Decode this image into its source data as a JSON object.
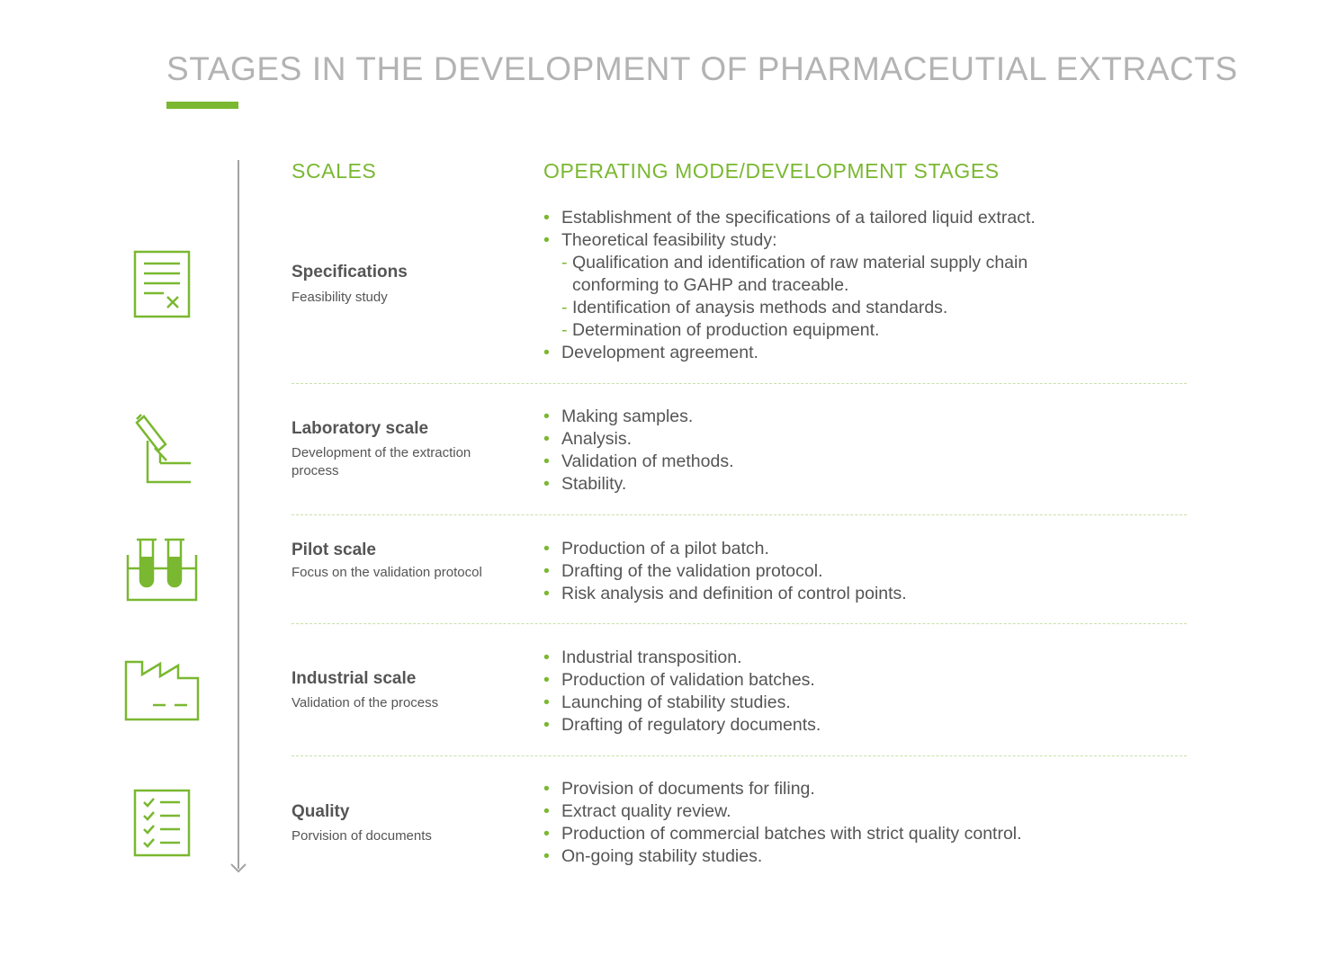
{
  "title": "STAGES IN THE DEVELOPMENT OF PHARMACEUTIAL EXTRACTS",
  "colors": {
    "accent": "#7ab831",
    "text": "#555555",
    "title": "#b3b3b3",
    "timeline": "#a3a3a3"
  },
  "columns": {
    "scales": "SCALES",
    "operating": "OPERATING MODE/DEVELOPMENT STAGES"
  },
  "stages": [
    {
      "icon": "document-cross-icon",
      "title": "Specifications",
      "subtitle": "Feasibility study",
      "items": [
        {
          "kind": "bullet",
          "text": "Establishment of the specifications of a tailored liquid extract."
        },
        {
          "kind": "bullet",
          "text": "Theoretical feasibility study:"
        },
        {
          "kind": "sub",
          "text": "Qualification and identification of raw material supply chain"
        },
        {
          "kind": "cont",
          "text": "conforming to GAHP and traceable."
        },
        {
          "kind": "sub",
          "text": "Identification of anaysis methods and standards."
        },
        {
          "kind": "sub",
          "text": "Determination of production equipment."
        },
        {
          "kind": "bullet",
          "text": "Development agreement."
        }
      ]
    },
    {
      "icon": "microscope-icon",
      "title": "Laboratory scale",
      "subtitle": "Development of the extraction process",
      "items": [
        {
          "kind": "bullet",
          "text": "Making samples."
        },
        {
          "kind": "bullet",
          "text": "Analysis."
        },
        {
          "kind": "bullet",
          "text": "Validation of methods."
        },
        {
          "kind": "bullet",
          "text": "Stability."
        }
      ]
    },
    {
      "icon": "test-tubes-icon",
      "title": "Pilot scale",
      "subtitle": "Focus on the validation protocol",
      "items": [
        {
          "kind": "bullet",
          "text": "Production of a pilot batch."
        },
        {
          "kind": "bullet",
          "text": "Drafting of the validation protocol."
        },
        {
          "kind": "bullet",
          "text": "Risk analysis and definition of control points."
        }
      ]
    },
    {
      "icon": "factory-icon",
      "title": "Industrial scale",
      "subtitle": "Validation of the process",
      "items": [
        {
          "kind": "bullet",
          "text": "Industrial transposition."
        },
        {
          "kind": "bullet",
          "text": "Production of validation batches."
        },
        {
          "kind": "bullet",
          "text": "Launching of stability studies."
        },
        {
          "kind": "bullet",
          "text": "Drafting of regulatory documents."
        }
      ]
    },
    {
      "icon": "checklist-icon",
      "title": "Quality",
      "subtitle": "Porvision of documents",
      "items": [
        {
          "kind": "bullet",
          "text": "Provision of documents for filing."
        },
        {
          "kind": "bullet",
          "text": "Extract quality review."
        },
        {
          "kind": "bullet",
          "text": "Production of commercial batches with strict quality control."
        },
        {
          "kind": "bullet",
          "text": "On-going stability studies."
        }
      ]
    }
  ]
}
